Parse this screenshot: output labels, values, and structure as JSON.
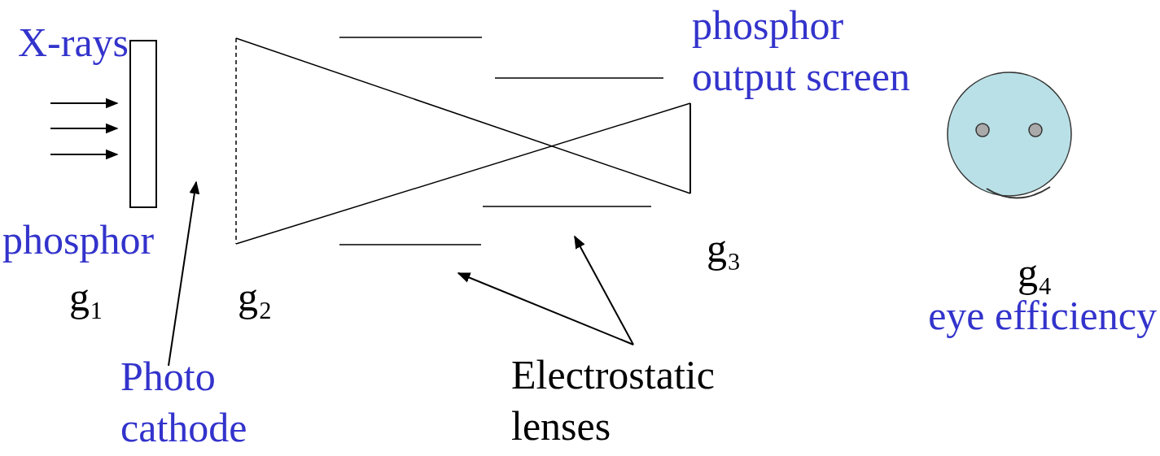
{
  "diagram": {
    "labels": [
      "X-rays",
      "phosphor output screen",
      "phosphor",
      "g₁",
      "Photo cathode",
      "g₂",
      "Electrostatic lenses",
      "g₃",
      "g₄",
      "eye efficiency"
    ]
  }
}
